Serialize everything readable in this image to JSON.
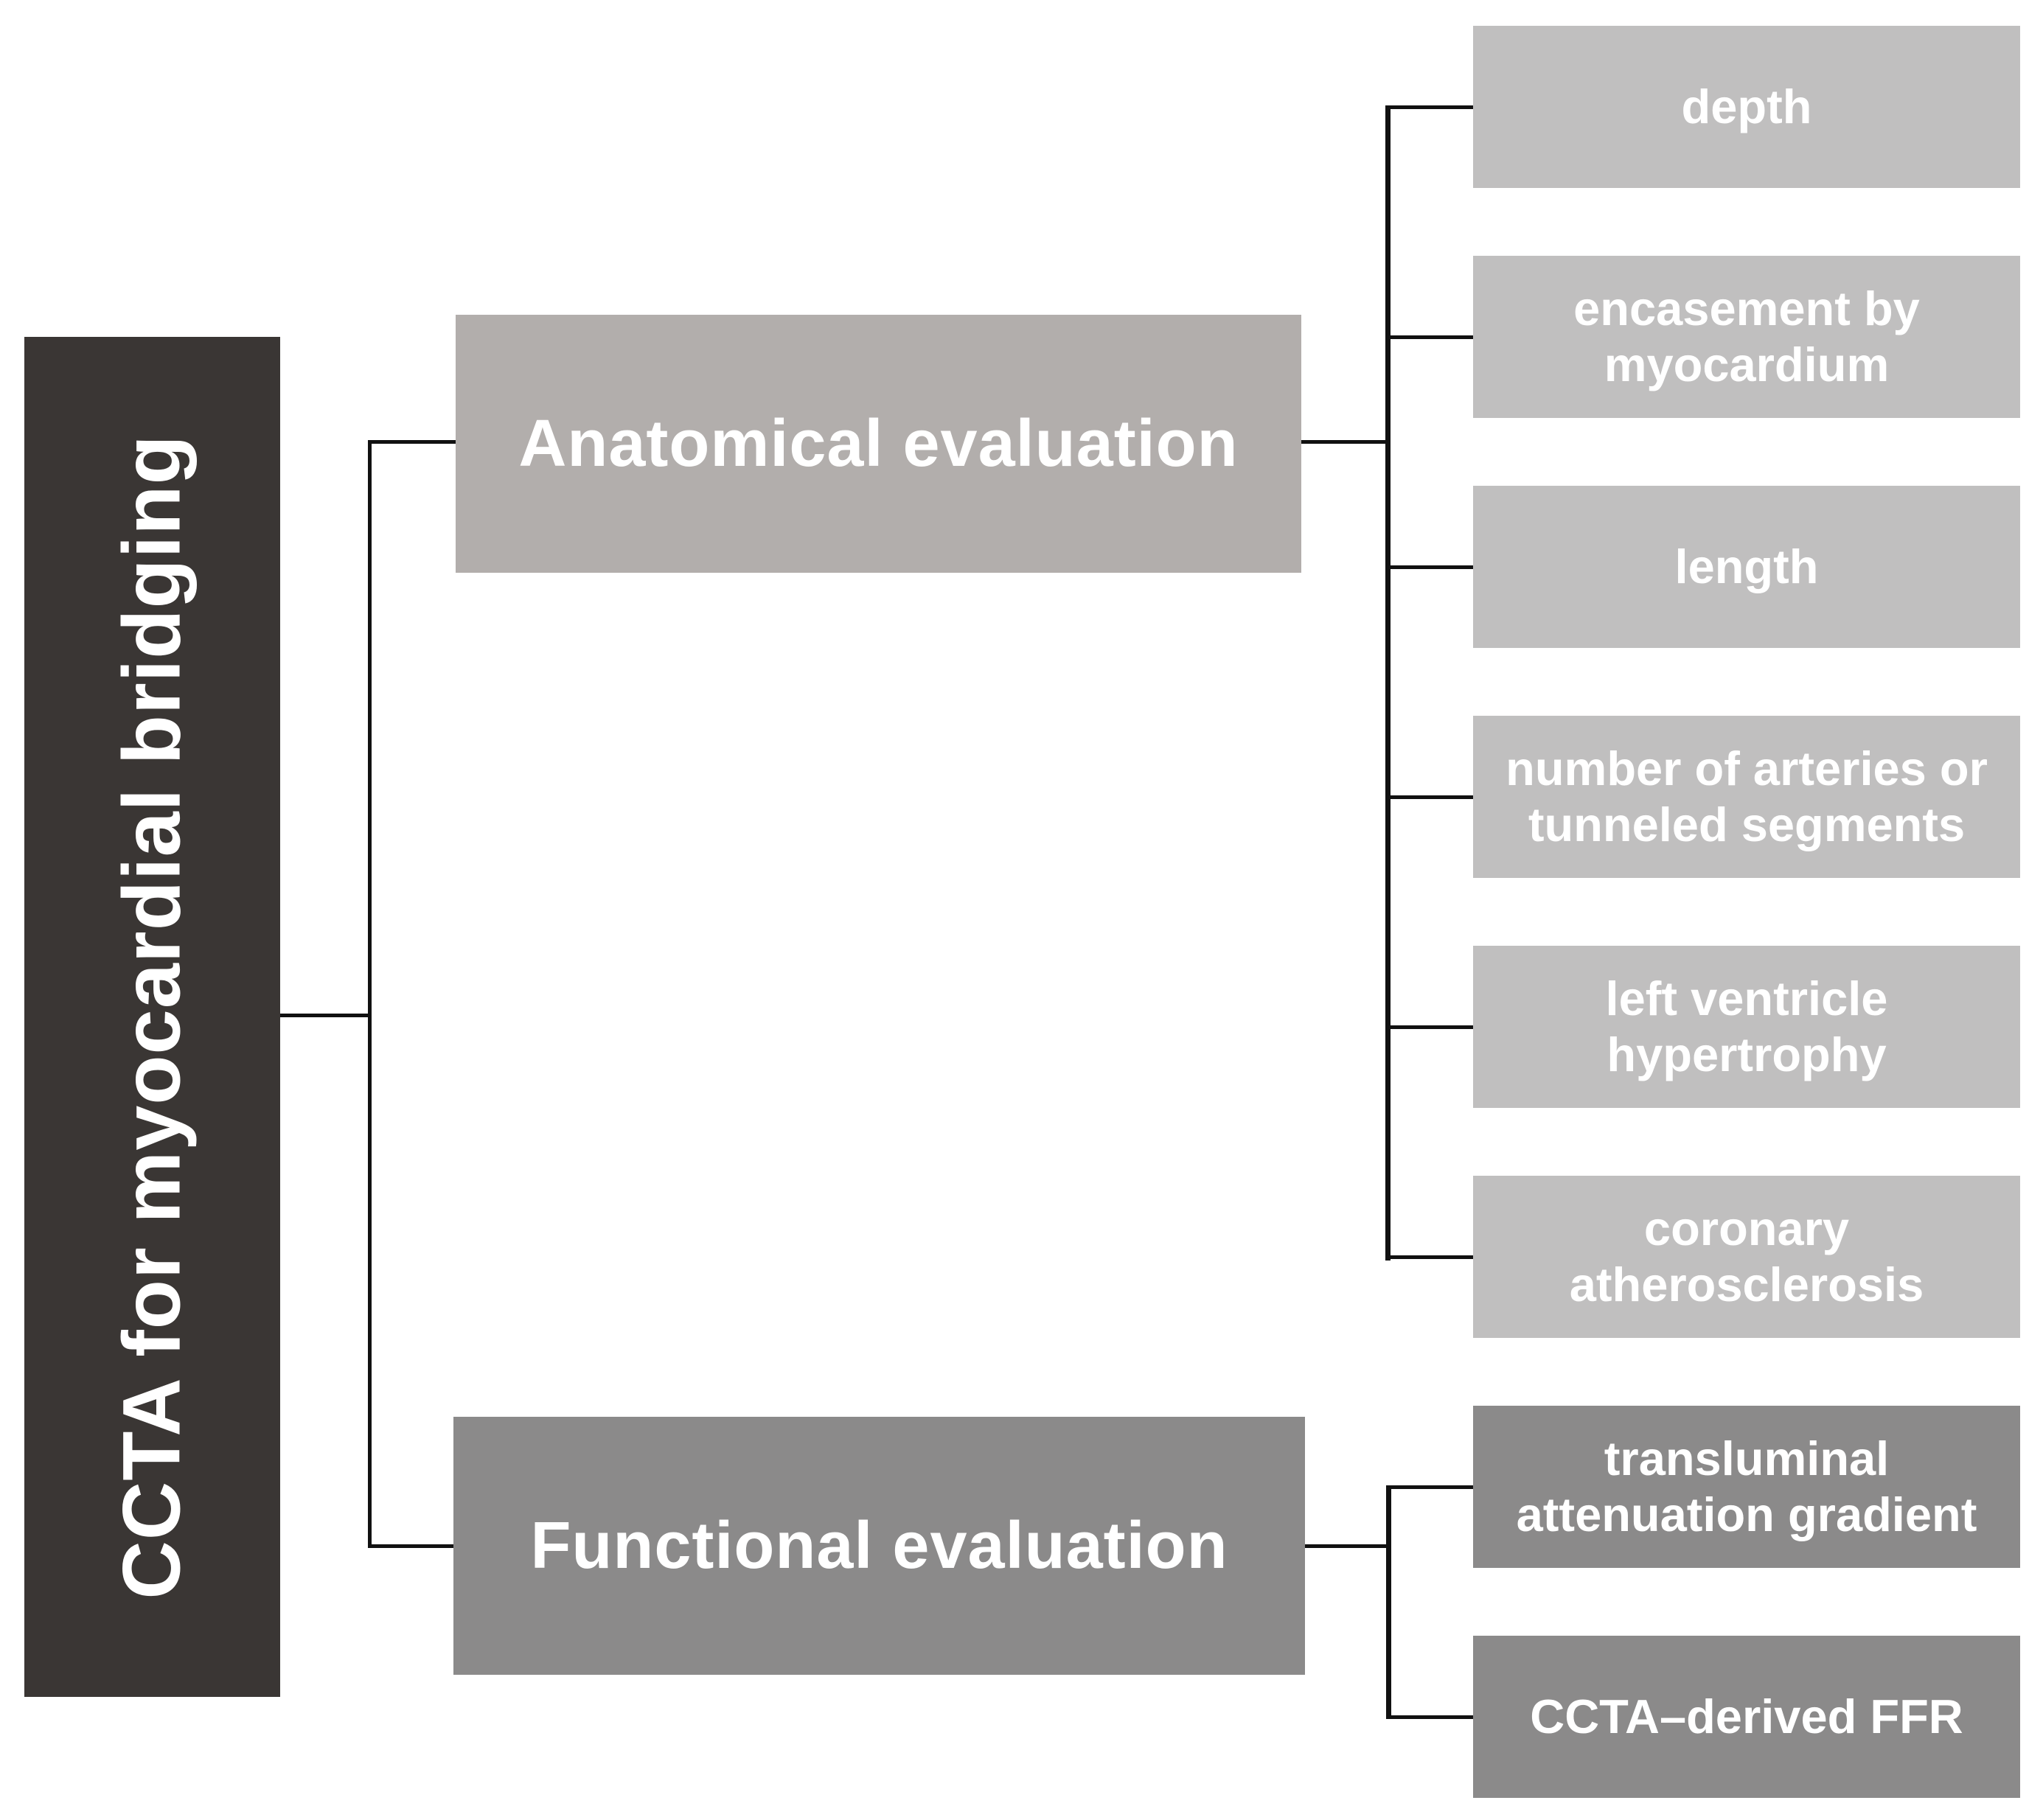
{
  "figure": {
    "root": "CCTA for myocardial bridging",
    "branches": [
      {
        "label": "Anatomical evaluation",
        "children": [
          "depth",
          "encasement by myocardium",
          "length",
          "number of arteries or tunneled segments",
          "left ventricle hypertrophy",
          "coronary atherosclerosis"
        ]
      },
      {
        "label": "Functional evaluation",
        "children": [
          "transluminal attenuation gradient",
          "CCTA–derived FFR"
        ]
      }
    ]
  },
  "colors": {
    "background": "#ffffff",
    "root-box": "#3a3634",
    "anatomical-box": "#b2aeac",
    "anatomical-leaf": "#c0bfbf",
    "functional-box": "#8b8a8a",
    "functional-leaf": "#8b8a8a",
    "connector": "#111111",
    "text": "#ffffff"
  }
}
